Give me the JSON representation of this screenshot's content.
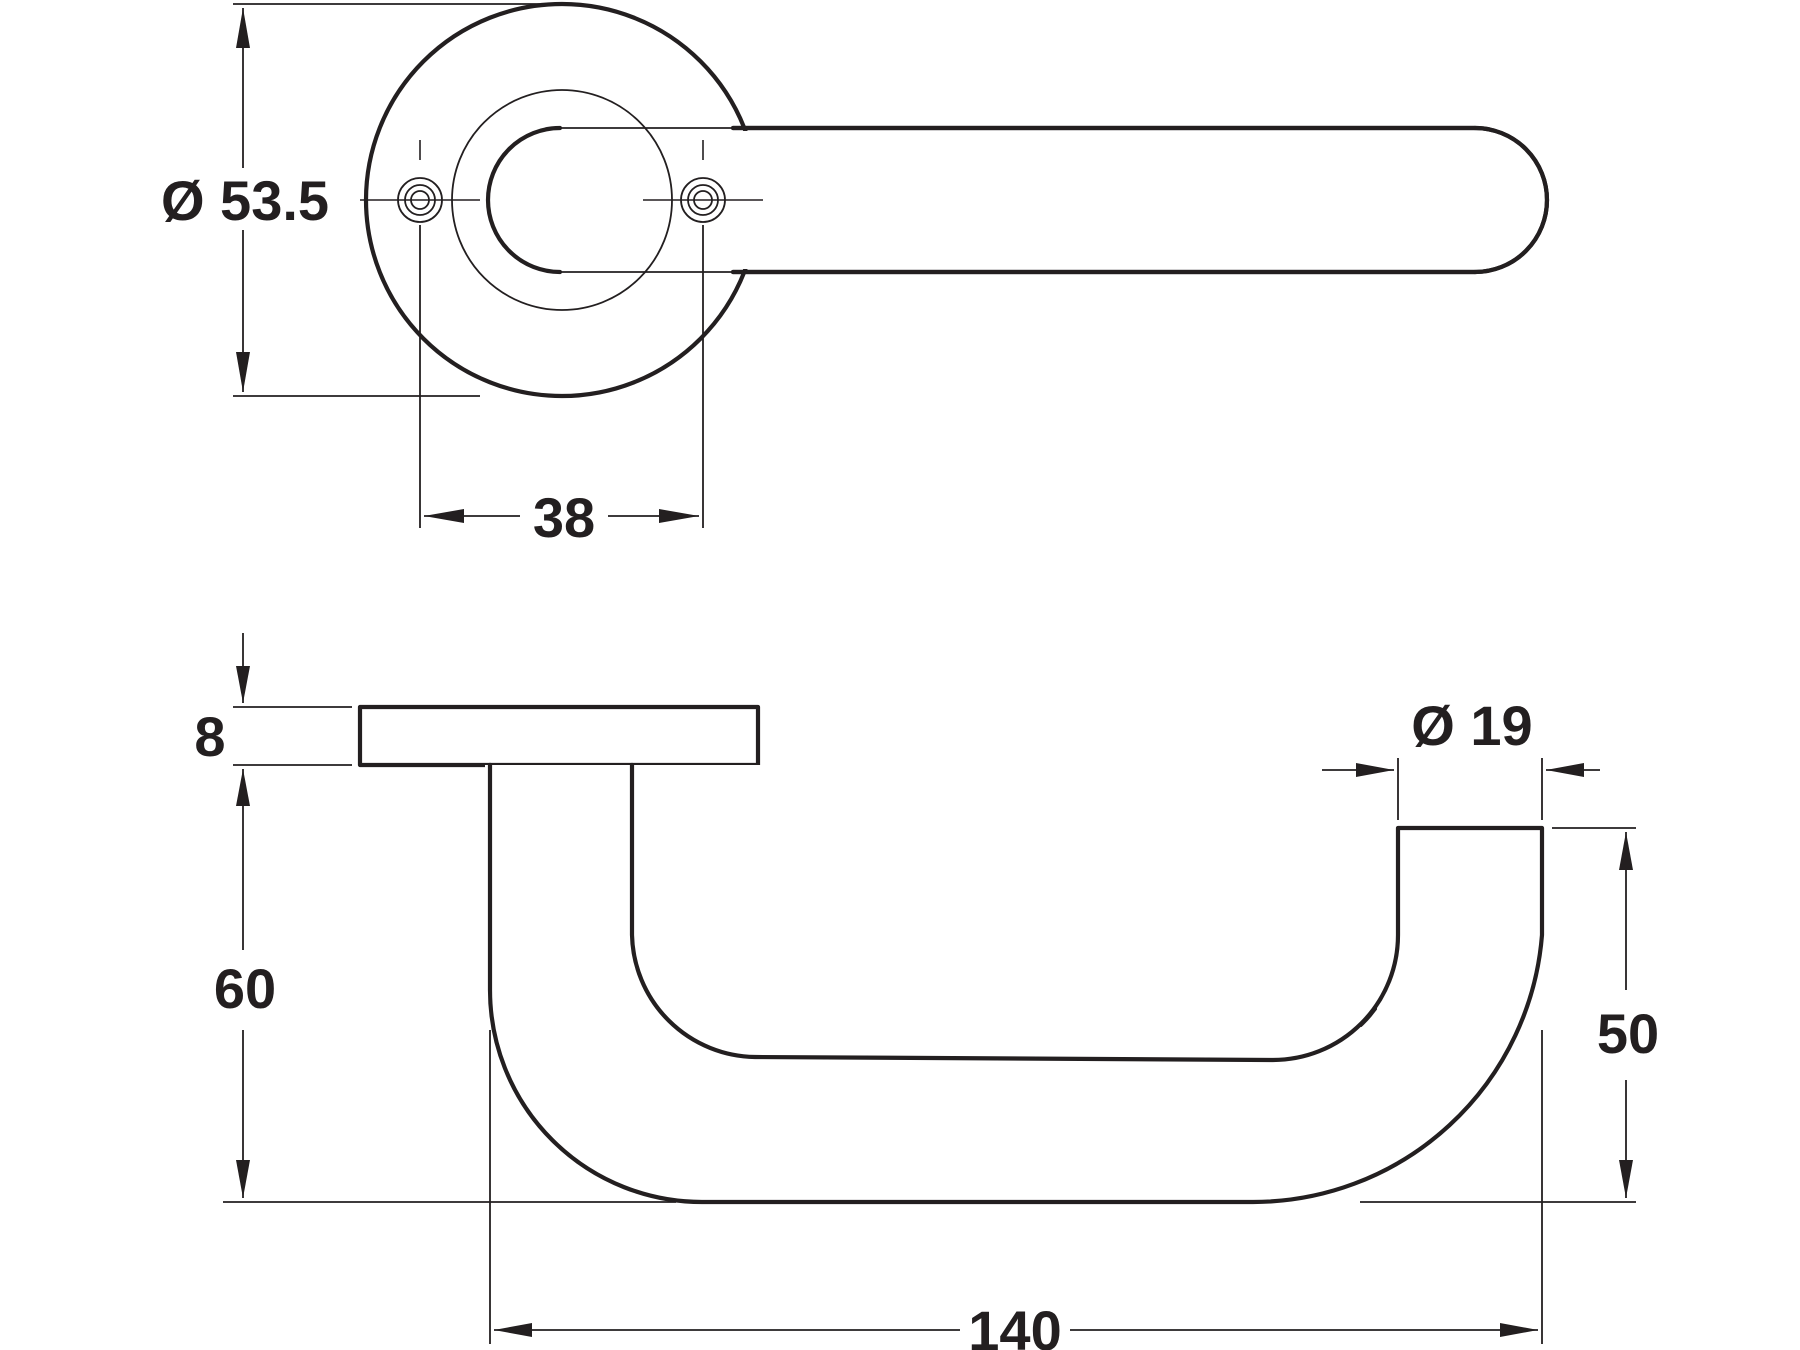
{
  "dimensions": {
    "rose_diameter": "Ø 53.5",
    "fixing_centres": "38",
    "rose_thickness": "8",
    "handle_height": "60",
    "bar_diameter": "Ø 19",
    "return_height": "50",
    "projection_length": "140"
  },
  "colors": {
    "line": "#231f20",
    "background": "#ffffff"
  }
}
